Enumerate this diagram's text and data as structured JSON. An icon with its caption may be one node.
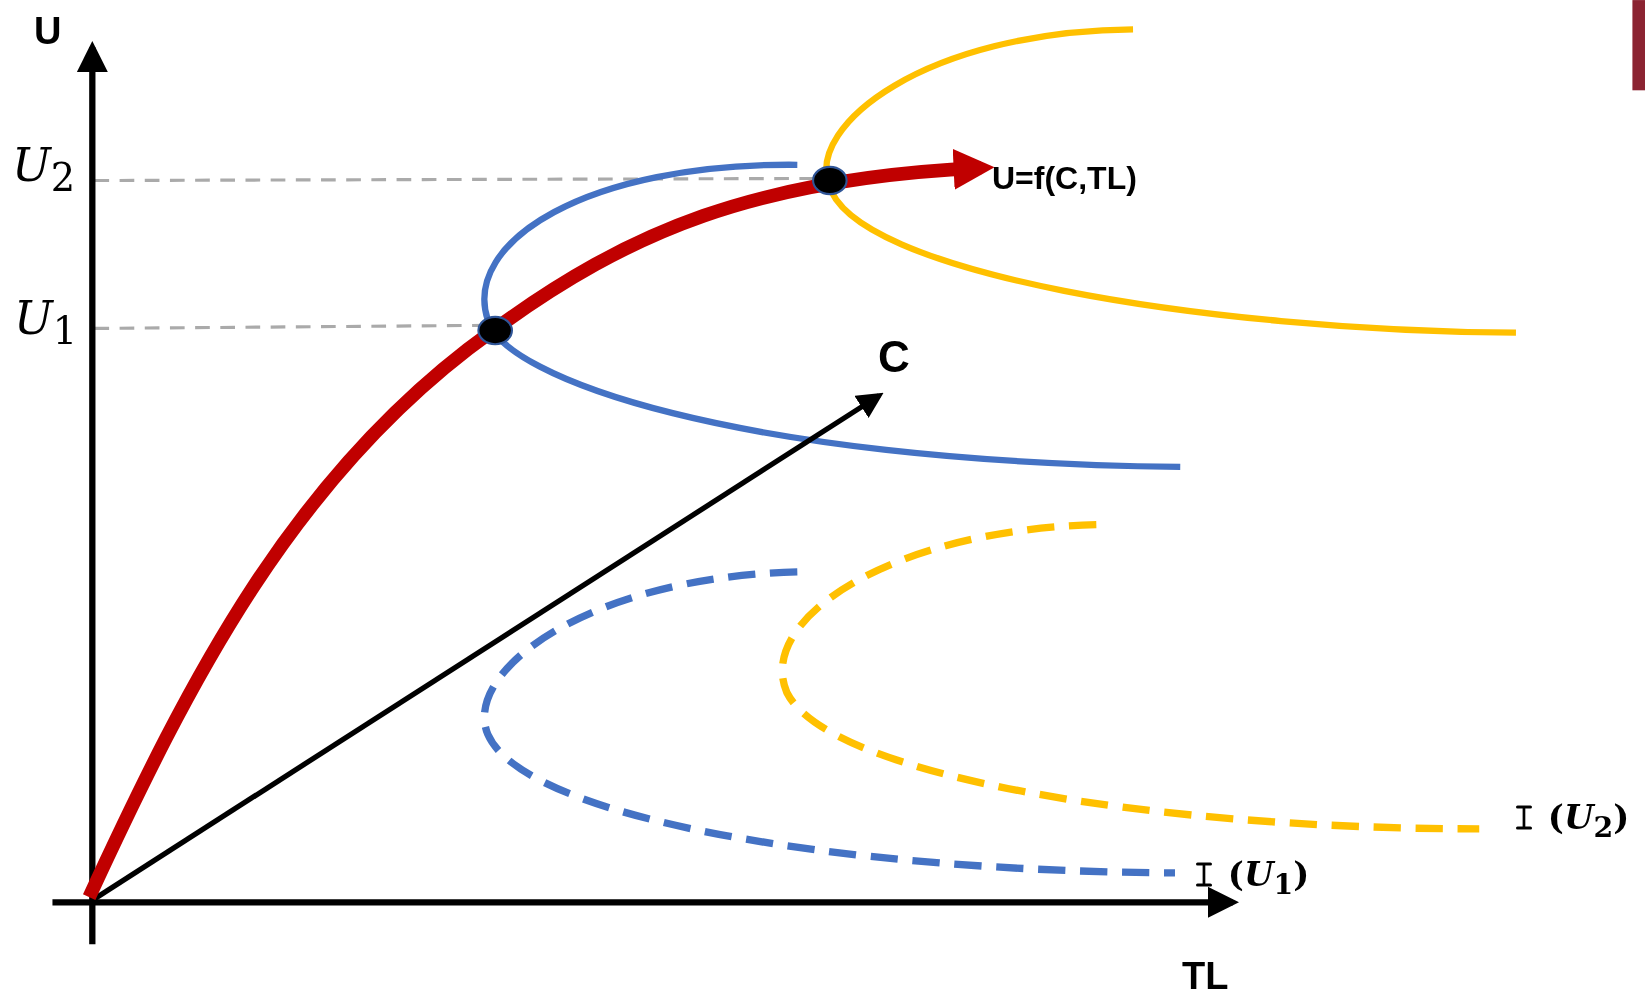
{
  "diagram": {
    "labels": [
      "U",
      "*U*$_{2}$",
      "*U*$_{1}$",
      "U=f(C,TL)",
      "C",
      "TL",
      "𝙸 (*U*$_{1}$)",
      "𝙸 (*U*$_{2}$)"
    ]
  }
}
